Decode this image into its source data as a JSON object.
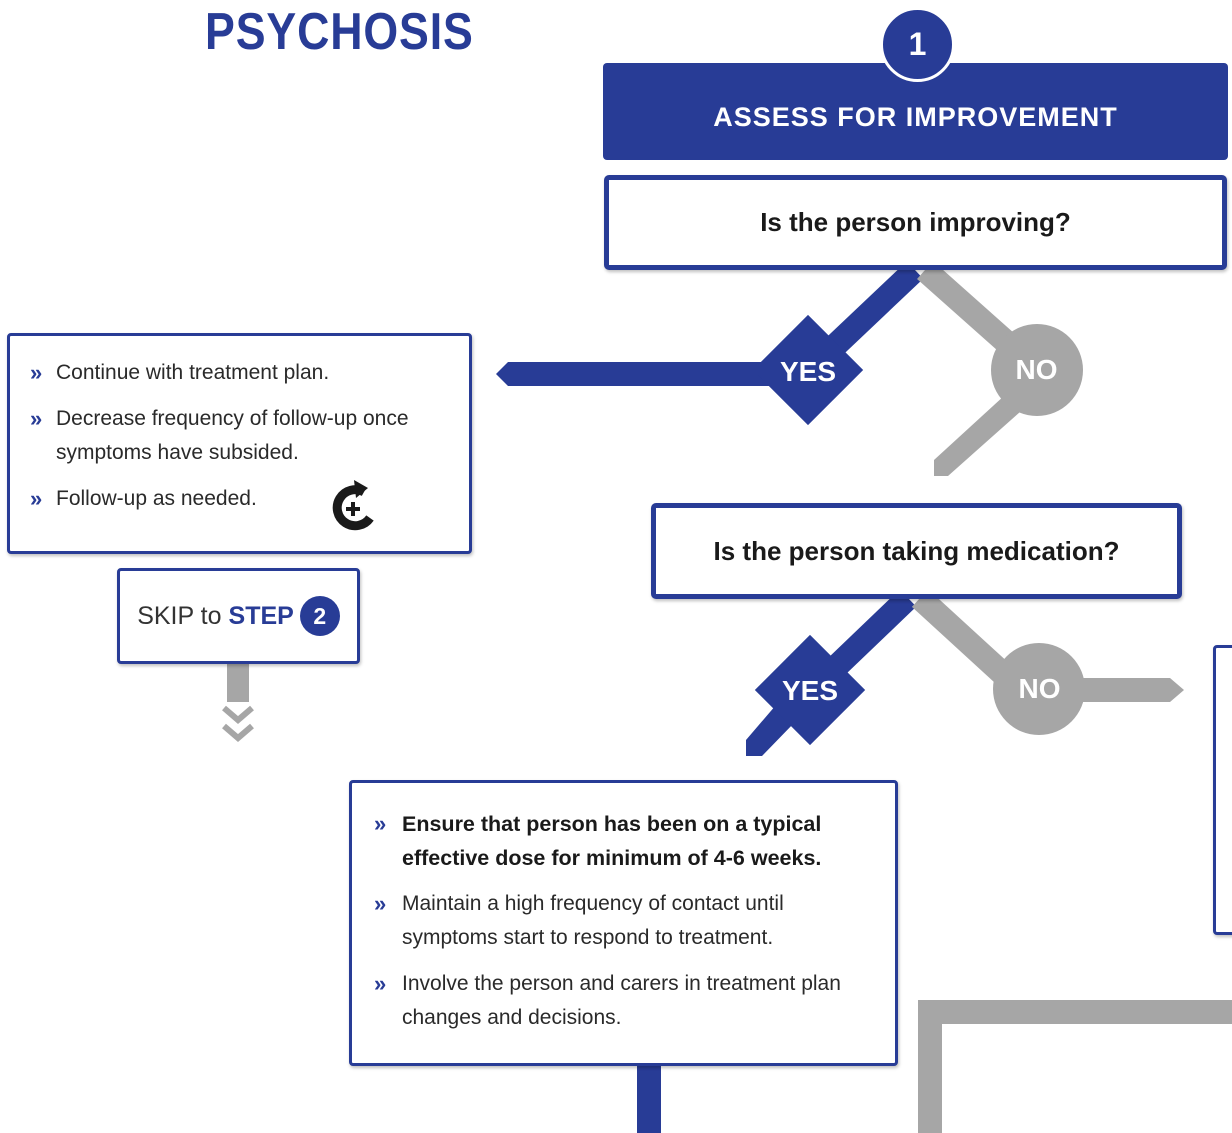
{
  "title": "PSYCHOSIS",
  "step": {
    "number": "1",
    "heading": "ASSESS FOR IMPROVEMENT"
  },
  "questions": {
    "q1": "Is the person improving?",
    "q2": "Is the person taking medication?"
  },
  "answers": {
    "yes": "YES",
    "no": "NO"
  },
  "improving_yes_box": {
    "items": [
      "Continue with treatment plan.",
      "Decrease frequency of follow-up once symptoms have subsided.",
      "Follow-up as needed."
    ],
    "icon": "follow-up-icon"
  },
  "skip": {
    "prefix": "SKIP to",
    "step_word": "STEP",
    "step_number": "2"
  },
  "medication_yes_box": {
    "items": [
      "Ensure that person has been on a typical effective dose for minimum of 4-6 weeks.",
      "Maintain a high frequency of contact until symptoms start to respond to treatment.",
      "Involve the person and carers in treatment plan changes and decisions."
    ]
  },
  "bullet_glyph": "»",
  "colors": {
    "primary": "#283c96",
    "grey": "#a6a6a6",
    "white": "#ffffff"
  }
}
